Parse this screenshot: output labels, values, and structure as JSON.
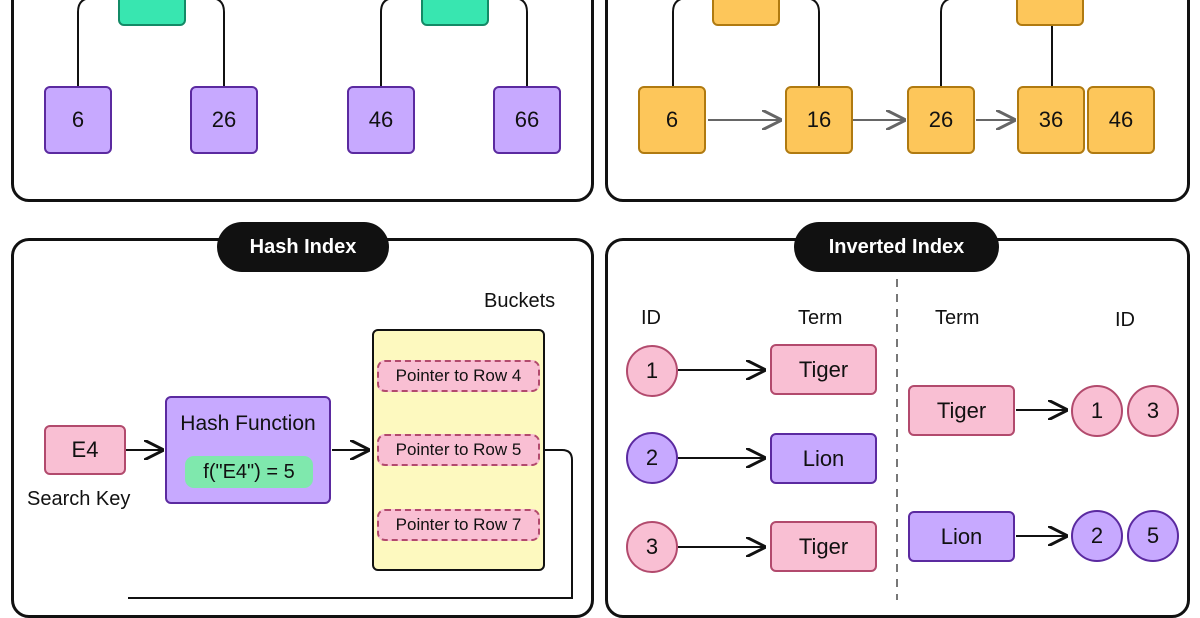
{
  "tree_panel": {
    "leaves": [
      "6",
      "26",
      "46",
      "66"
    ]
  },
  "bplus_panel": {
    "leaves": [
      "6",
      "16",
      "26",
      "36",
      "46"
    ]
  },
  "hash_panel": {
    "title": "Hash Index",
    "search_key": "E4",
    "search_key_label": "Search Key",
    "hash_function_title": "Hash Function",
    "hash_function_expr": "f(\"E4\") = 5",
    "buckets_label": "Buckets",
    "buckets": [
      "Pointer to Row 4",
      "Pointer to Row 5",
      "Pointer to Row 7"
    ]
  },
  "inverted_panel": {
    "title": "Inverted Index",
    "forward": {
      "id_header": "ID",
      "term_header": "Term",
      "rows": [
        {
          "id": "1",
          "term": "Tiger"
        },
        {
          "id": "2",
          "term": "Lion"
        },
        {
          "id": "3",
          "term": "Tiger"
        }
      ]
    },
    "inverted": {
      "term_header": "Term",
      "id_header": "ID",
      "rows": [
        {
          "term": "Tiger",
          "ids": [
            "1",
            "3"
          ]
        },
        {
          "term": "Lion",
          "ids": [
            "2",
            "5"
          ]
        }
      ]
    }
  },
  "colors": {
    "purple": "#c7a9ff",
    "yellow": "#fdc65a",
    "green": "#38e6b0",
    "pink": "#f9bfd3",
    "bucket_bg": "#fdf9bf"
  }
}
